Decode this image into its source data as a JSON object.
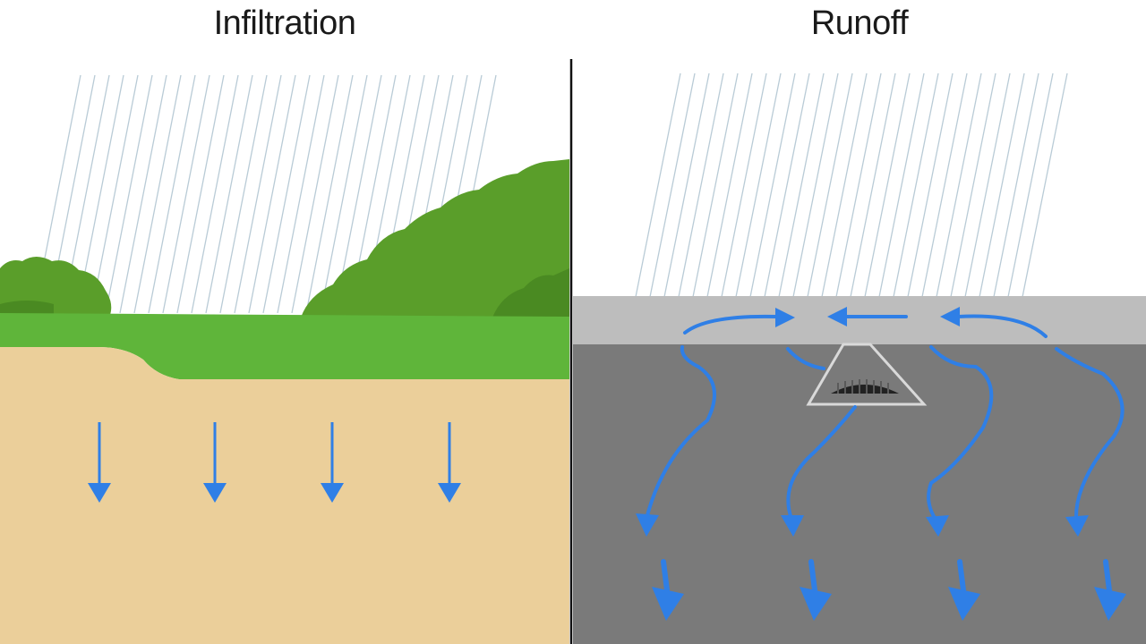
{
  "panels": {
    "left": {
      "title": "Infiltration"
    },
    "right": {
      "title": "Runoff"
    }
  },
  "icons": {
    "rain": "rain-streaks",
    "vegetation": "bush-shape",
    "infiltration_arrow": "down-arrow-icon",
    "runoff_arrow": "curved-arrow-icon",
    "drain": "storm-drain-icon"
  },
  "colors": {
    "rain": "#b9cbd6",
    "grass": "#5fb53a",
    "bush": "#5a9e2a",
    "soil": "#ebcf9a",
    "pavement": "#7a7a7a",
    "curb": "#bdbdbd",
    "water_arrow": "#2f7fe6",
    "divider": "#111111"
  }
}
